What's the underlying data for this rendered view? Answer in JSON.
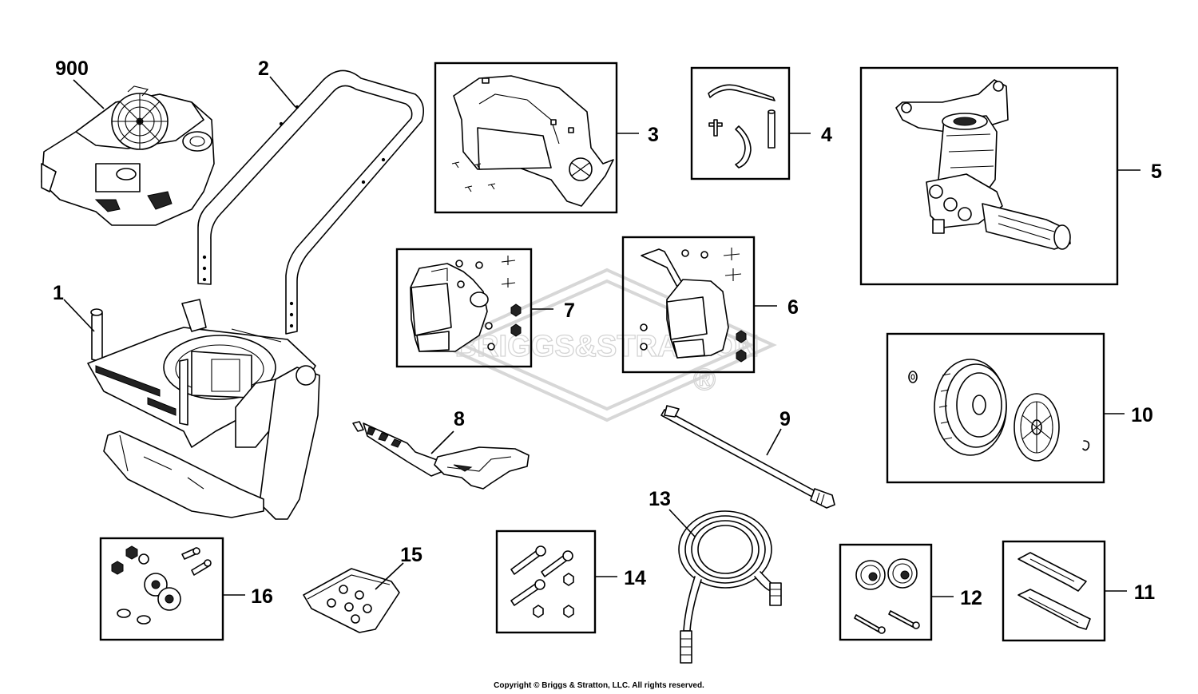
{
  "watermark": {
    "logo_text": "BRIGGS&STRATTON",
    "trademark": "®"
  },
  "callouts": {
    "c900": "900",
    "c1": "1",
    "c2": "2",
    "c3": "3",
    "c4": "4",
    "c5": "5",
    "c6": "6",
    "c7": "7",
    "c8": "8",
    "c9": "9",
    "c10": "10",
    "c11": "11",
    "c12": "12",
    "c13": "13",
    "c14": "14",
    "c15": "15",
    "c16": "16"
  },
  "footer": {
    "copyright": "Copyright © Briggs & Stratton, LLC. All rights reserved."
  }
}
